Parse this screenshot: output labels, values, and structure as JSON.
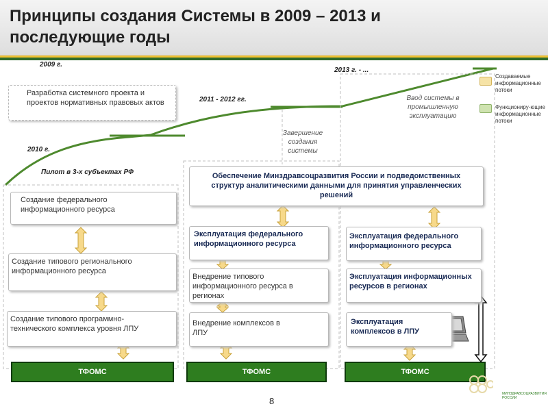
{
  "title": "Принципы создания Системы в 2009 – 2013 и последующие годы",
  "years": {
    "y2009": "2009 г.",
    "y2010": "2010 г.",
    "y2011": "2011 - 2012 гг.",
    "y2013": "2013 г. - ..."
  },
  "labels": {
    "pilot": "Пилот в 3-х субъектах РФ",
    "completion": "Завершение создания системы",
    "commissioning": "Ввод системы в промышленную эксплуатацию"
  },
  "boxes": {
    "dev_project": "Разработка системного проекта и проектов нормативных правовых актов",
    "provision": "Обеспечение Минздравсоцразвития России и подведомственных структур аналитическими данными для принятия управленческих решений",
    "fed_create": "Создание федерального информационного ресурса",
    "reg_create": "Создание типового регионального информационного ресурса",
    "lpu_create": "Создание типового программно-технического комплекса уровня ЛПУ",
    "fed_op_2011": "Эксплуатация федерального информационного ресурса",
    "reg_impl": "Внедрение типового информационного ресурса в регионах",
    "lpu_impl": "Внедрение комплексов в ЛПУ",
    "fed_op_2013": "Эксплуатация федерального информационного ресурса",
    "reg_op": "Эксплуатация информационных ресурсов в регионах",
    "lpu_op": "Эксплуатация комплексов в ЛПУ"
  },
  "tfoms": [
    "ТФОМС",
    "ТФОМС",
    "ТФОМС"
  ],
  "legend": {
    "created": "Создаваемые информационные потоки",
    "functioning": "Функциониру-ющие информационные потоки"
  },
  "page_number": "8",
  "logo_text": "МИНЗДРАВСОЦРАЗВИТИЯ РОССИИ",
  "colors": {
    "curve": "#4e8a2e",
    "tfoms_fill": "#2e7d1f",
    "arrow_fill": "#f7d98a",
    "created_flow": "#f6e3a6",
    "functioning_flow": "#cfe3b0"
  }
}
